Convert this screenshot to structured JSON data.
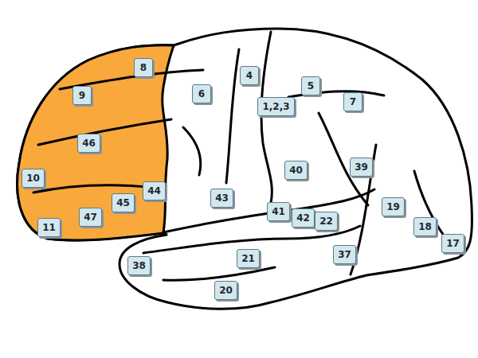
{
  "diagram": {
    "nodes": [
      {
        "text": [
          "8"
        ]
      },
      {
        "text": [
          "4"
        ]
      },
      {
        "text": [
          "5"
        ]
      },
      {
        "text": [
          "6"
        ]
      },
      {
        "text": [
          "9"
        ]
      },
      {
        "text": [
          "7"
        ]
      },
      {
        "text": [
          "1,2,3"
        ]
      },
      {
        "text": [
          "46"
        ]
      },
      {
        "text": [
          "39"
        ]
      },
      {
        "text": [
          "40"
        ]
      },
      {
        "text": [
          "10"
        ]
      },
      {
        "text": [
          "44"
        ]
      },
      {
        "text": [
          "43"
        ]
      },
      {
        "text": [
          "45"
        ]
      },
      {
        "text": [
          "19"
        ]
      },
      {
        "text": [
          "41"
        ]
      },
      {
        "text": [
          "47"
        ]
      },
      {
        "text": [
          "42"
        ]
      },
      {
        "text": [
          "22"
        ]
      },
      {
        "text": [
          "18"
        ]
      },
      {
        "text": [
          "11"
        ]
      },
      {
        "text": [
          "17"
        ]
      },
      {
        "text": [
          "37"
        ]
      },
      {
        "text": [
          "21"
        ]
      },
      {
        "text": [
          "38"
        ]
      },
      {
        "text": [
          "20"
        ]
      }
    ]
  }
}
